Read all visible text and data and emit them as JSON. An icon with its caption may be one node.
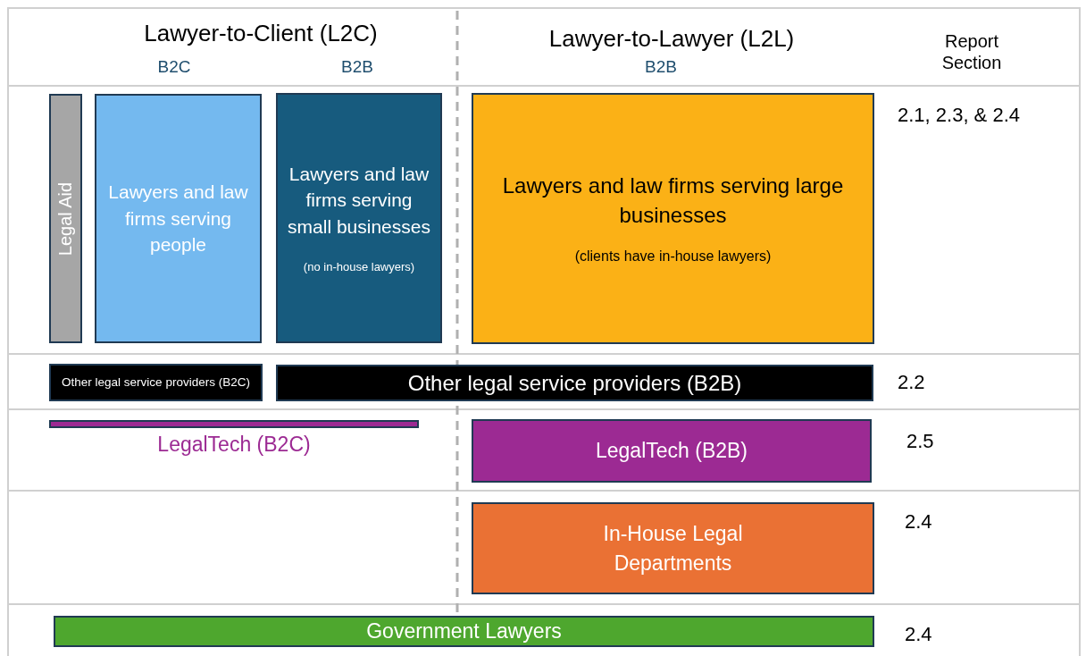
{
  "diagram": {
    "nodes": [
      {
        "text": [
          "Legal Aid"
        ]
      },
      {
        "text": [
          "Lawyers and law firms serving people"
        ]
      },
      {
        "text": [
          "Lawyers and law firms serving small businesses",
          "(no in-house lawyers)"
        ]
      },
      {
        "text": [
          "Lawyers and law firms serving large businesses",
          "(clients have in-house lawyers)"
        ]
      },
      {
        "text": [
          "Other legal service providers (B2C)"
        ]
      },
      {
        "text": [
          "Other legal service providers (B2B)"
        ]
      },
      {
        "text": [
          "LegalTech (B2C)"
        ]
      },
      {
        "text": [
          "LegalTech (B2B)"
        ]
      },
      {
        "text": [
          "In-House Legal Departments"
        ]
      },
      {
        "text": [
          "Government Lawyers"
        ]
      }
    ],
    "labels": [
      "Lawyer-to-Client (L2C)",
      "B2C",
      "B2B",
      "Lawyer-to-Lawyer (L2L)",
      "B2B",
      "Report Section",
      "2.1, 2.3, & 2.4",
      "2.2",
      "2.5",
      "2.4",
      "2.4"
    ]
  }
}
